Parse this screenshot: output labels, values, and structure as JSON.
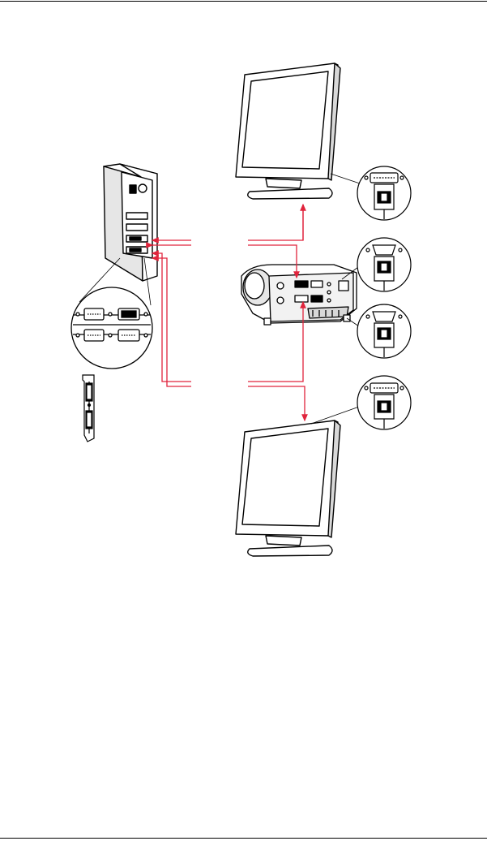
{
  "page": {
    "background": "#ffffff"
  },
  "colors": {
    "line": "#000000",
    "cable": "#e0243c",
    "shade": "#d8d8d8"
  },
  "diagram": {
    "components": [
      {
        "name": "computer-tower",
        "icon": "desktop-computer"
      },
      {
        "name": "graphics-card-ports-closeup",
        "icon": "magnifier-callout"
      },
      {
        "name": "graphics-card",
        "icon": "expansion-card"
      },
      {
        "name": "top-monitor",
        "icon": "flat-panel-monitor"
      },
      {
        "name": "projector",
        "icon": "projector"
      },
      {
        "name": "bottom-monitor",
        "icon": "flat-panel-monitor"
      }
    ],
    "connectors": [
      {
        "name": "dvi-connector-top-monitor",
        "type": "DVI"
      },
      {
        "name": "vga-connector-projector-upper",
        "type": "VGA"
      },
      {
        "name": "vga-connector-projector-lower",
        "type": "VGA"
      },
      {
        "name": "dvi-connector-bottom-monitor",
        "type": "DVI"
      }
    ],
    "cables": 4
  }
}
